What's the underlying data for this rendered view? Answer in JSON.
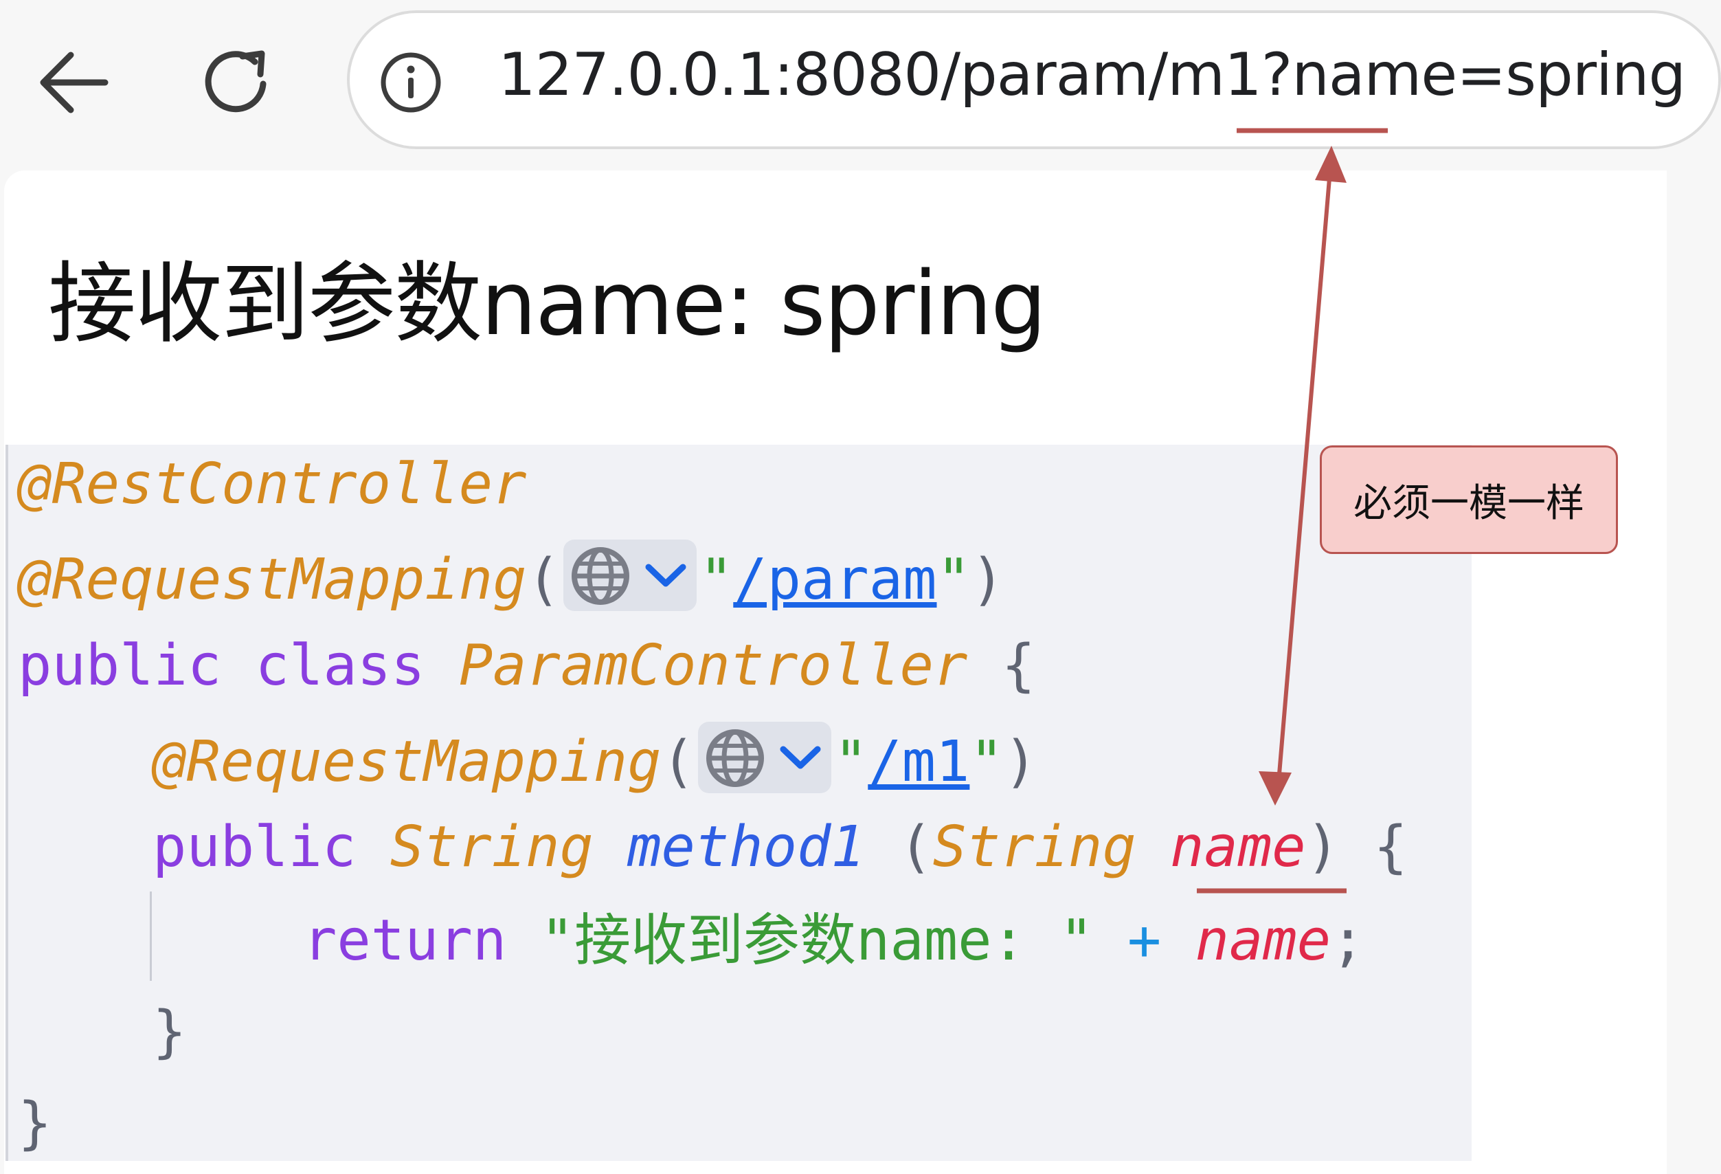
{
  "browser": {
    "back_icon": "arrow-left-icon",
    "reload_icon": "reload-icon",
    "site_info_icon": "info-icon",
    "url": "127.0.0.1:8080/param/m1?name=spring"
  },
  "page": {
    "heading": "接收到参数name: spring"
  },
  "code": {
    "line1": "@RestController",
    "line2_annotation": "@RequestMapping",
    "line2_path": "/param",
    "line3_public": "public",
    "line3_class": "class",
    "line3_name": "ParamController",
    "line4_annotation": "@RequestMapping",
    "line4_path": "/m1",
    "line5_public": "public",
    "line5_type": "String",
    "line5_method": "method1",
    "line5_param_type": "String",
    "line5_param_name": "name",
    "line6_return": "return",
    "line6_string": "\"接收到参数name: \"",
    "line6_var": "name",
    "line7": "}",
    "line8": "}",
    "chip_icon": "globe-icon"
  },
  "annotation": {
    "callout_text": "必须一模一样",
    "highlight_color": "#b85450",
    "callout_fill": "#f8cecc"
  }
}
